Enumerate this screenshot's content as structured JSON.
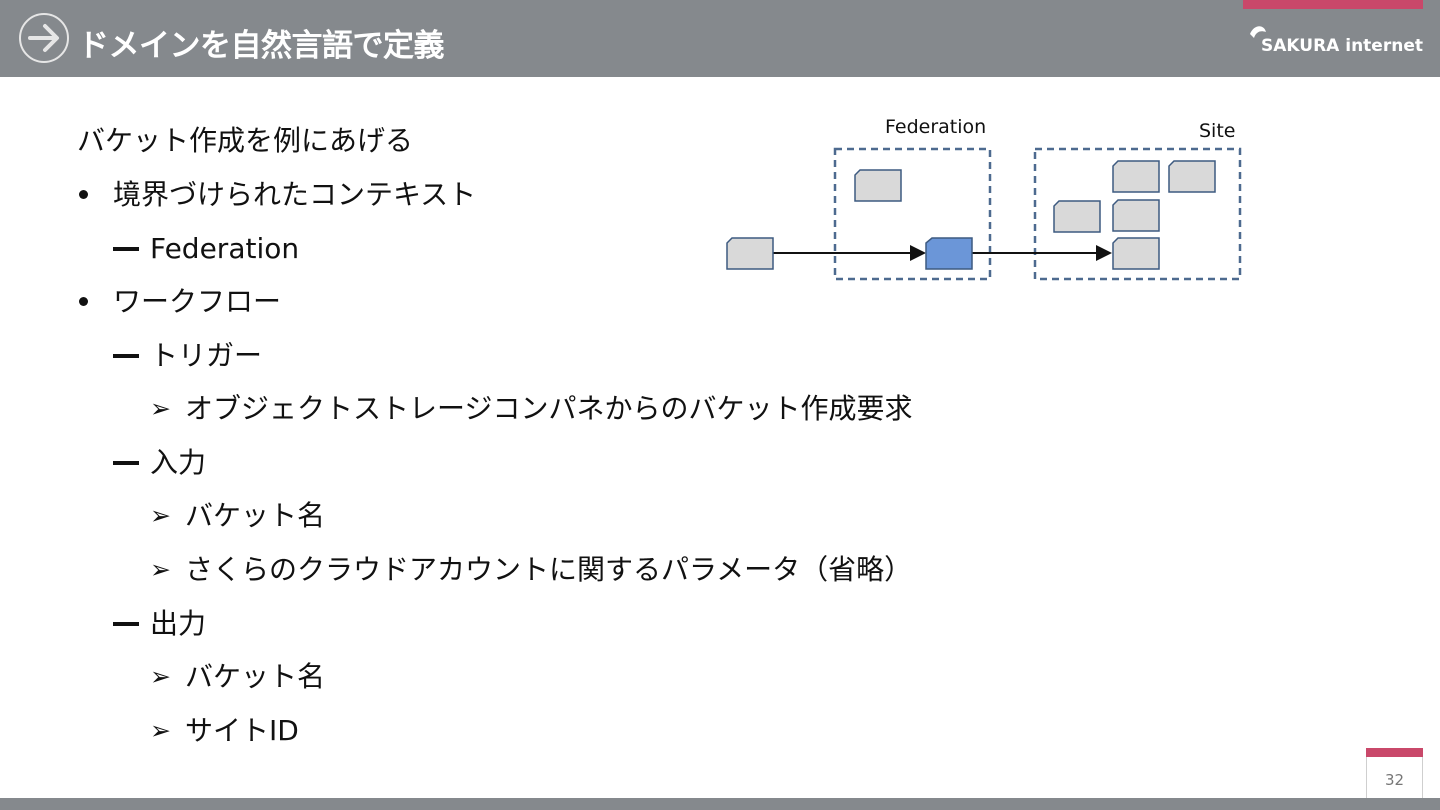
{
  "header": {
    "title": "ドメインを自然言語で定義",
    "logo_text": "SAKURA internet",
    "colors": {
      "bar": "#85898d",
      "accent": "#c9486a",
      "text": "#ffffff"
    }
  },
  "intro": "バケット作成を例にあげる",
  "bullets": [
    {
      "label": "境界づけられたコンテキスト"
    },
    {
      "label": "Federation"
    },
    {
      "label": "ワークフロー"
    },
    {
      "label": "トリガー"
    },
    {
      "label": "オブジェクトストレージコンパネからのバケット作成要求"
    },
    {
      "label": "入力"
    },
    {
      "label": "バケット名"
    },
    {
      "label": "さくらのクラウドアカウントに関するパラメータ（省略）"
    },
    {
      "label": "出力"
    },
    {
      "label": "バケット名"
    },
    {
      "label": "サイトID"
    }
  ],
  "diagram": {
    "federation_label": "Federation",
    "site_label": "Site",
    "colors": {
      "box_border": "#4d6a8f",
      "card_fill": "#d9d9d9",
      "card_active": "#6b96d8",
      "card_border": "#3d5a80"
    }
  },
  "page_number": "32"
}
